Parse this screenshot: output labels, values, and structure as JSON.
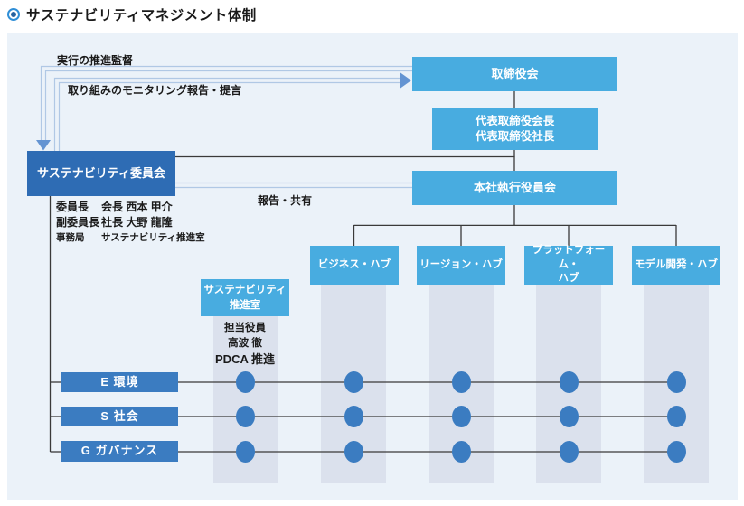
{
  "page": {
    "title": "サステナビリティマネジメント体制"
  },
  "colors": {
    "panel_bg": "#ebf2f9",
    "band_bg": "#dbe1ed",
    "box_blue": "#48ace0",
    "committee_blue": "#2e6cb4",
    "esg_blue": "#3b7cc1",
    "dot_blue": "#3b7cc1",
    "line_dark": "#3a3a3a",
    "arrow_line": "#b0c8e5",
    "arrow_head": "#6494d2"
  },
  "flows": {
    "supervision": "実行の推進監督",
    "monitoring": "取り組みのモニタリング報告・提言",
    "report_share": "報告・共有"
  },
  "nodes": {
    "board": {
      "lines": [
        "取締役会"
      ]
    },
    "representative": {
      "lines": [
        "代表取締役会長",
        "代表取締役社長"
      ]
    },
    "committee": {
      "lines": [
        "サステナビリティ委員会"
      ]
    },
    "head_office": {
      "lines": [
        "本社執行役員会"
      ]
    },
    "office": {
      "lines": [
        "サステナビリティ",
        "推進室"
      ]
    }
  },
  "hubs": [
    {
      "lines": [
        "ビジネス・ハブ"
      ]
    },
    {
      "lines": [
        "リージョン・ハブ"
      ]
    },
    {
      "lines": [
        "プラットフォーム・",
        "ハブ"
      ]
    },
    {
      "lines": [
        "モデル開発・ハブ"
      ]
    }
  ],
  "committee_details": [
    {
      "label": "委員長",
      "value": "会長 西本 甲介"
    },
    {
      "label": "副委員長",
      "value": "社長 大野 龍隆"
    },
    {
      "label": "事務局",
      "value": "サステナビリティ推進室"
    }
  ],
  "office_column": {
    "lines": [
      "担当役員",
      "高波 徹",
      "PDCA 推進"
    ]
  },
  "esg_rows": [
    {
      "label": "E 環境"
    },
    {
      "label": "S 社会"
    },
    {
      "label": "G ガバナンス"
    }
  ],
  "dot_matrix": {
    "columns": 5,
    "rows": 3
  }
}
